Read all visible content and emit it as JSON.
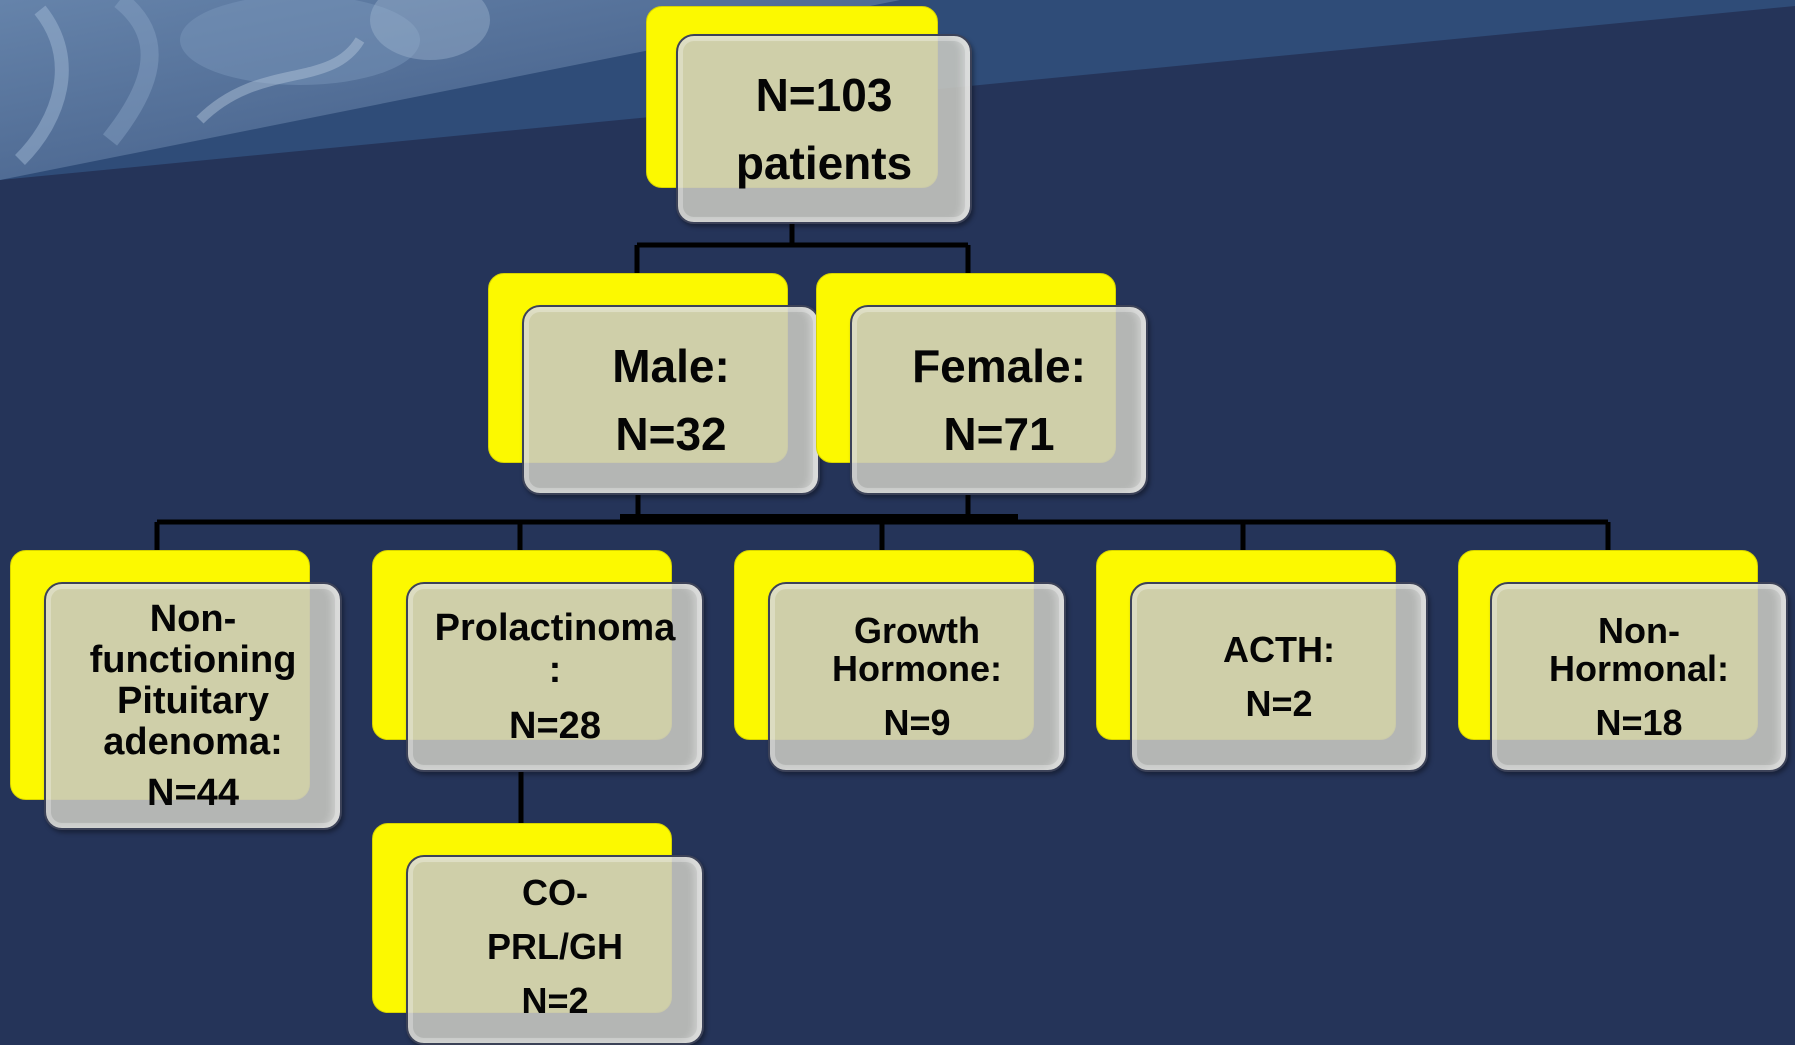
{
  "root": {
    "line1": "N=103",
    "line2": "patients"
  },
  "sex": [
    {
      "line1": "Male:",
      "line2": "N=32"
    },
    {
      "line1": "Female:",
      "line2": "N=71"
    }
  ],
  "types": [
    {
      "line1": "Non-",
      "line2": "functioning",
      "line3": "Pituitary",
      "line4": "adenoma:",
      "line5": "N=44"
    },
    {
      "line1": "Prolactinoma",
      "line2": ":",
      "line3": "N=28"
    },
    {
      "line1": "Growth",
      "line2": "Hormone:",
      "line3": "N=9"
    },
    {
      "line1": "ACTH:",
      "line2": "N=2"
    },
    {
      "line1": "Non-",
      "line2": "Hormonal:",
      "line3": "N=18"
    }
  ],
  "sub": {
    "line1": "CO-",
    "line2": "PRL/GH",
    "line3": "N=2"
  },
  "colors": {
    "background": "#253459",
    "accent_box": "#fcf900",
    "front_box": "#c8c8c0"
  }
}
